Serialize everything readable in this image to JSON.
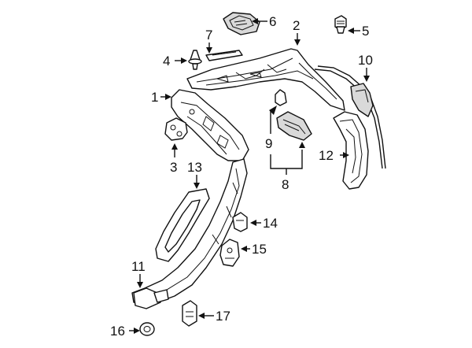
{
  "diagram": {
    "background": "#ffffff",
    "line_color": "#111111",
    "callouts": [
      {
        "id": "c1",
        "label": "1"
      },
      {
        "id": "c2",
        "label": "2"
      },
      {
        "id": "c3",
        "label": "3"
      },
      {
        "id": "c4",
        "label": "4"
      },
      {
        "id": "c5",
        "label": "5"
      },
      {
        "id": "c6",
        "label": "6"
      },
      {
        "id": "c7",
        "label": "7"
      },
      {
        "id": "c8",
        "label": "8"
      },
      {
        "id": "c9",
        "label": "9"
      },
      {
        "id": "c10",
        "label": "10"
      },
      {
        "id": "c11",
        "label": "11"
      },
      {
        "id": "c12",
        "label": "12"
      },
      {
        "id": "c13",
        "label": "13"
      },
      {
        "id": "c14",
        "label": "14"
      },
      {
        "id": "c15",
        "label": "15"
      },
      {
        "id": "c16",
        "label": "16"
      },
      {
        "id": "c17",
        "label": "17"
      }
    ]
  }
}
